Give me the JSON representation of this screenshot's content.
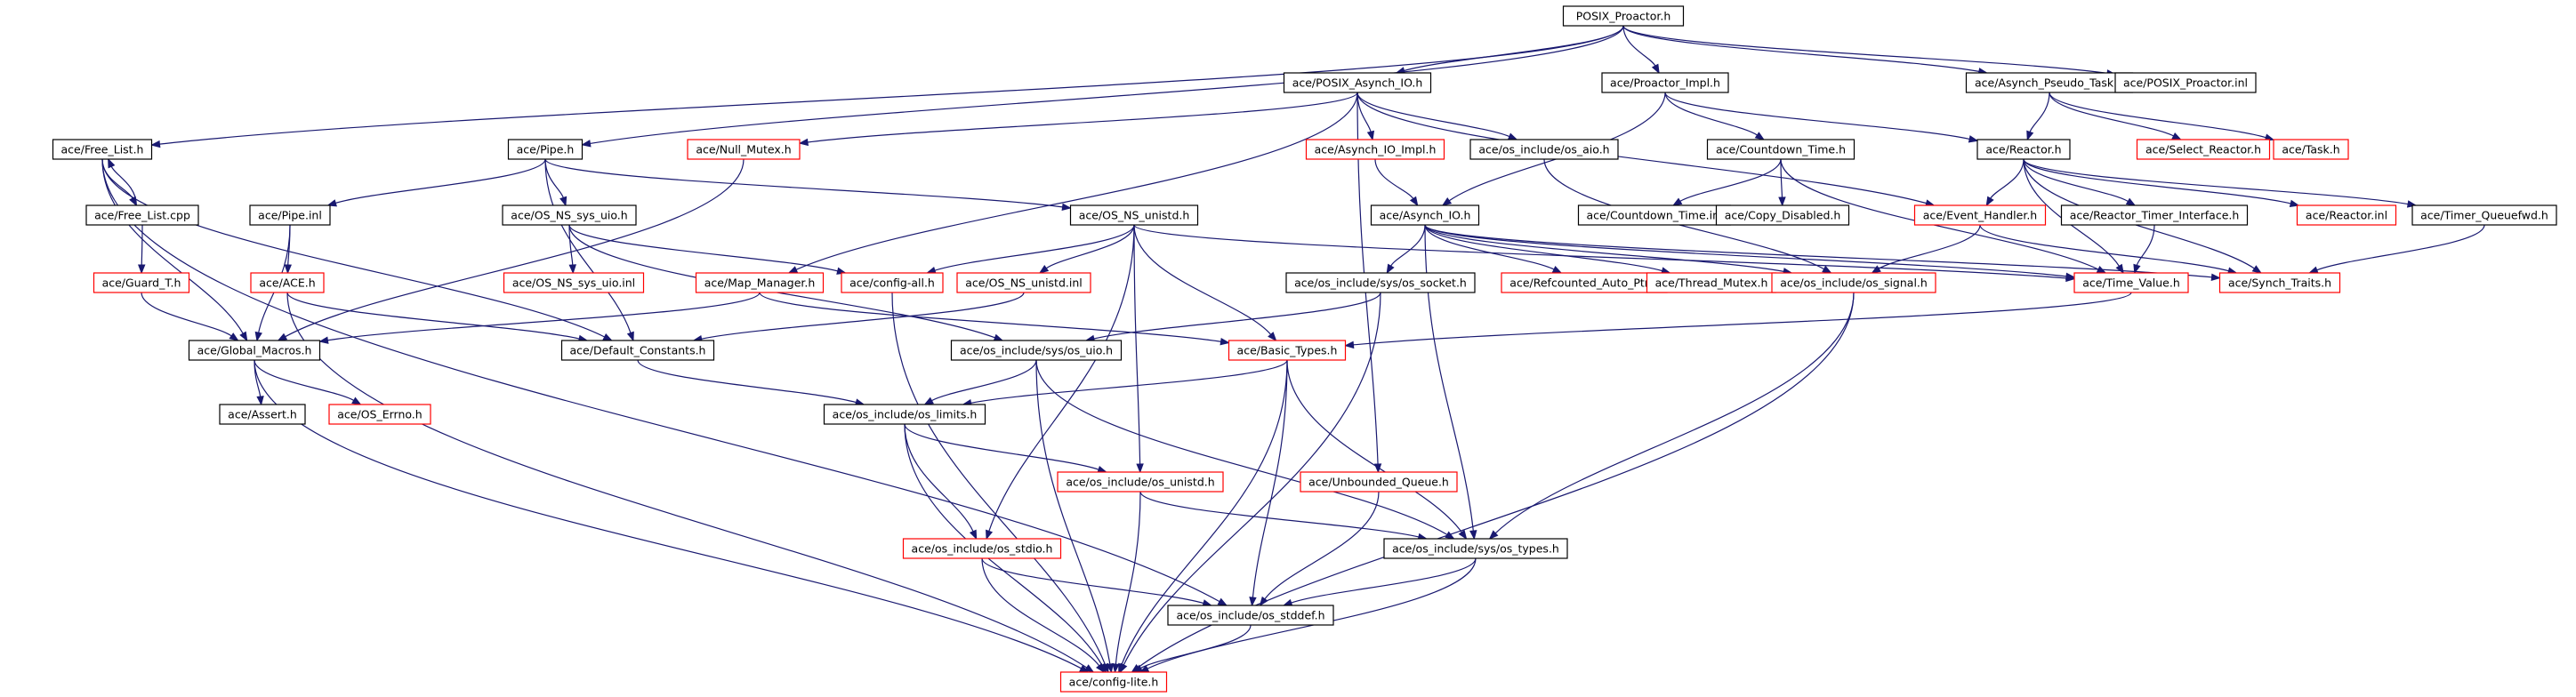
{
  "colors": {
    "root_fill": "#bfbfbf",
    "documented_border": "#000000",
    "undocumented_border": "#ff0000",
    "edge": "#191970",
    "text": "#000000",
    "background": "#ffffff"
  },
  "nodes": [
    {
      "id": "posix_proactor_h",
      "label": "POSIX_Proactor.h",
      "style": "root"
    },
    {
      "id": "free_list_h",
      "label": "ace/Free_List.h",
      "style": "black"
    },
    {
      "id": "pipe_h",
      "label": "ace/Pipe.h",
      "style": "black"
    },
    {
      "id": "posix_asynch_io_h",
      "label": "ace/POSIX_Asynch_IO.h",
      "style": "black"
    },
    {
      "id": "proactor_impl_h",
      "label": "ace/Proactor_Impl.h",
      "style": "black"
    },
    {
      "id": "asynch_pseudo_task_h",
      "label": "ace/Asynch_Pseudo_Task.h",
      "style": "black"
    },
    {
      "id": "posix_proactor_inl",
      "label": "ace/POSIX_Proactor.inl",
      "style": "black"
    },
    {
      "id": "null_mutex_h",
      "label": "ace/Null_Mutex.h",
      "style": "red"
    },
    {
      "id": "asynch_io_impl_h",
      "label": "ace/Asynch_IO_Impl.h",
      "style": "red"
    },
    {
      "id": "os_aio_h",
      "label": "ace/os_include/os_aio.h",
      "style": "black"
    },
    {
      "id": "countdown_time_h",
      "label": "ace/Countdown_Time.h",
      "style": "black"
    },
    {
      "id": "reactor_h",
      "label": "ace/Reactor.h",
      "style": "black"
    },
    {
      "id": "select_reactor_h",
      "label": "ace/Select_Reactor.h",
      "style": "red"
    },
    {
      "id": "task_h",
      "label": "ace/Task.h",
      "style": "red"
    },
    {
      "id": "free_list_cpp",
      "label": "ace/Free_List.cpp",
      "style": "black"
    },
    {
      "id": "pipe_inl",
      "label": "ace/Pipe.inl",
      "style": "black"
    },
    {
      "id": "os_ns_sys_uio_h",
      "label": "ace/OS_NS_sys_uio.h",
      "style": "black"
    },
    {
      "id": "os_ns_unistd_h",
      "label": "ace/OS_NS_unistd.h",
      "style": "black"
    },
    {
      "id": "asynch_io_h",
      "label": "ace/Asynch_IO.h",
      "style": "black"
    },
    {
      "id": "countdown_time_inl",
      "label": "ace/Countdown_Time.inl",
      "style": "black"
    },
    {
      "id": "copy_disabled_h",
      "label": "ace/Copy_Disabled.h",
      "style": "black"
    },
    {
      "id": "event_handler_h",
      "label": "ace/Event_Handler.h",
      "style": "red"
    },
    {
      "id": "reactor_timer_interface_h",
      "label": "ace/Reactor_Timer_Interface.h",
      "style": "black"
    },
    {
      "id": "reactor_inl",
      "label": "ace/Reactor.inl",
      "style": "red"
    },
    {
      "id": "timer_queuefwd_h",
      "label": "ace/Timer_Queuefwd.h",
      "style": "black"
    },
    {
      "id": "guard_t_h",
      "label": "ace/Guard_T.h",
      "style": "red"
    },
    {
      "id": "ace_h",
      "label": "ace/ACE.h",
      "style": "red"
    },
    {
      "id": "os_ns_sys_uio_inl",
      "label": "ace/OS_NS_sys_uio.inl",
      "style": "red"
    },
    {
      "id": "map_manager_h",
      "label": "ace/Map_Manager.h",
      "style": "red"
    },
    {
      "id": "config_all_h",
      "label": "ace/config-all.h",
      "style": "red"
    },
    {
      "id": "os_ns_unistd_inl",
      "label": "ace/OS_NS_unistd.inl",
      "style": "red"
    },
    {
      "id": "os_socket_h",
      "label": "ace/os_include/sys/os_socket.h",
      "style": "black"
    },
    {
      "id": "refcounted_auto_ptr_h",
      "label": "ace/Refcounted_Auto_Ptr.h",
      "style": "red"
    },
    {
      "id": "thread_mutex_h",
      "label": "ace/Thread_Mutex.h",
      "style": "red"
    },
    {
      "id": "os_signal_h",
      "label": "ace/os_include/os_signal.h",
      "style": "red"
    },
    {
      "id": "time_value_h",
      "label": "ace/Time_Value.h",
      "style": "red"
    },
    {
      "id": "synch_traits_h",
      "label": "ace/Synch_Traits.h",
      "style": "red"
    },
    {
      "id": "global_macros_h",
      "label": "ace/Global_Macros.h",
      "style": "black"
    },
    {
      "id": "default_constants_h",
      "label": "ace/Default_Constants.h",
      "style": "black"
    },
    {
      "id": "os_uio_h",
      "label": "ace/os_include/sys/os_uio.h",
      "style": "black"
    },
    {
      "id": "basic_types_h",
      "label": "ace/Basic_Types.h",
      "style": "red"
    },
    {
      "id": "assert_h",
      "label": "ace/Assert.h",
      "style": "black"
    },
    {
      "id": "os_errno_h",
      "label": "ace/OS_Errno.h",
      "style": "red"
    },
    {
      "id": "os_limits_h",
      "label": "ace/os_include/os_limits.h",
      "style": "black"
    },
    {
      "id": "os_unistd_h",
      "label": "ace/os_include/os_unistd.h",
      "style": "red"
    },
    {
      "id": "unbounded_queue_h",
      "label": "ace/Unbounded_Queue.h",
      "style": "red"
    },
    {
      "id": "os_stdio_h",
      "label": "ace/os_include/os_stdio.h",
      "style": "red"
    },
    {
      "id": "os_types_h",
      "label": "ace/os_include/sys/os_types.h",
      "style": "black"
    },
    {
      "id": "os_stddef_h",
      "label": "ace/os_include/os_stddef.h",
      "style": "black"
    },
    {
      "id": "config_lite_h",
      "label": "ace/config-lite.h",
      "style": "red"
    }
  ],
  "edges": [
    [
      "posix_proactor_h",
      "free_list_h"
    ],
    [
      "posix_proactor_h",
      "pipe_h"
    ],
    [
      "posix_proactor_h",
      "posix_asynch_io_h"
    ],
    [
      "posix_proactor_h",
      "proactor_impl_h"
    ],
    [
      "posix_proactor_h",
      "asynch_pseudo_task_h"
    ],
    [
      "posix_proactor_h",
      "posix_proactor_inl"
    ],
    [
      "posix_asynch_io_h",
      "null_mutex_h"
    ],
    [
      "posix_asynch_io_h",
      "asynch_io_impl_h"
    ],
    [
      "posix_asynch_io_h",
      "os_aio_h"
    ],
    [
      "posix_asynch_io_h",
      "event_handler_h"
    ],
    [
      "posix_asynch_io_h",
      "map_manager_h"
    ],
    [
      "posix_asynch_io_h",
      "unbounded_queue_h"
    ],
    [
      "proactor_impl_h",
      "countdown_time_h"
    ],
    [
      "proactor_impl_h",
      "reactor_h"
    ],
    [
      "proactor_impl_h",
      "asynch_io_h"
    ],
    [
      "asynch_pseudo_task_h",
      "reactor_h"
    ],
    [
      "asynch_pseudo_task_h",
      "select_reactor_h"
    ],
    [
      "asynch_pseudo_task_h",
      "task_h"
    ],
    [
      "free_list_h",
      "free_list_cpp"
    ],
    [
      "free_list_cpp",
      "free_list_h"
    ],
    [
      "free_list_h",
      "global_macros_h"
    ],
    [
      "free_list_h",
      "default_constants_h"
    ],
    [
      "free_list_h",
      "os_stddef_h"
    ],
    [
      "free_list_cpp",
      "guard_t_h"
    ],
    [
      "guard_t_h",
      "global_macros_h"
    ],
    [
      "pipe_h",
      "pipe_inl"
    ],
    [
      "pipe_h",
      "os_ns_sys_uio_h"
    ],
    [
      "pipe_h",
      "os_ns_unistd_h"
    ],
    [
      "pipe_h",
      "default_constants_h"
    ],
    [
      "pipe_inl",
      "ace_h"
    ],
    [
      "pipe_inl",
      "global_macros_h"
    ],
    [
      "ace_h",
      "default_constants_h"
    ],
    [
      "ace_h",
      "config_lite_h"
    ],
    [
      "os_ns_sys_uio_h",
      "os_ns_sys_uio_inl"
    ],
    [
      "os_ns_sys_uio_h",
      "config_all_h"
    ],
    [
      "os_ns_sys_uio_h",
      "os_uio_h"
    ],
    [
      "null_mutex_h",
      "global_macros_h"
    ],
    [
      "asynch_io_impl_h",
      "asynch_io_h"
    ],
    [
      "os_aio_h",
      "os_signal_h"
    ],
    [
      "countdown_time_h",
      "countdown_time_inl"
    ],
    [
      "countdown_time_h",
      "copy_disabled_h"
    ],
    [
      "countdown_time_h",
      "time_value_h"
    ],
    [
      "reactor_h",
      "event_handler_h"
    ],
    [
      "reactor_h",
      "reactor_timer_interface_h"
    ],
    [
      "reactor_h",
      "reactor_inl"
    ],
    [
      "reactor_h",
      "timer_queuefwd_h"
    ],
    [
      "reactor_h",
      "time_value_h"
    ],
    [
      "reactor_h",
      "synch_traits_h"
    ],
    [
      "os_ns_unistd_h",
      "config_all_h"
    ],
    [
      "os_ns_unistd_h",
      "os_ns_unistd_inl"
    ],
    [
      "os_ns_unistd_h",
      "basic_types_h"
    ],
    [
      "os_ns_unistd_h",
      "os_unistd_h"
    ],
    [
      "os_ns_unistd_h",
      "os_stdio_h"
    ],
    [
      "os_ns_unistd_h",
      "time_value_h"
    ],
    [
      "asynch_io_h",
      "os_socket_h"
    ],
    [
      "asynch_io_h",
      "refcounted_auto_ptr_h"
    ],
    [
      "asynch_io_h",
      "thread_mutex_h"
    ],
    [
      "asynch_io_h",
      "os_signal_h"
    ],
    [
      "asynch_io_h",
      "time_value_h"
    ],
    [
      "asynch_io_h",
      "synch_traits_h"
    ],
    [
      "asynch_io_h",
      "os_types_h"
    ],
    [
      "event_handler_h",
      "os_signal_h"
    ],
    [
      "event_handler_h",
      "synch_traits_h"
    ],
    [
      "reactor_timer_interface_h",
      "time_value_h"
    ],
    [
      "timer_queuefwd_h",
      "synch_traits_h"
    ],
    [
      "map_manager_h",
      "global_macros_h"
    ],
    [
      "map_manager_h",
      "basic_types_h"
    ],
    [
      "config_all_h",
      "config_lite_h"
    ],
    [
      "os_ns_unistd_inl",
      "default_constants_h"
    ],
    [
      "os_socket_h",
      "os_uio_h"
    ],
    [
      "os_socket_h",
      "config_lite_h"
    ],
    [
      "os_signal_h",
      "os_types_h"
    ],
    [
      "os_signal_h",
      "config_lite_h"
    ],
    [
      "time_value_h",
      "basic_types_h"
    ],
    [
      "global_macros_h",
      "assert_h"
    ],
    [
      "global_macros_h",
      "os_errno_h"
    ],
    [
      "global_macros_h",
      "config_lite_h"
    ],
    [
      "default_constants_h",
      "os_limits_h"
    ],
    [
      "os_uio_h",
      "os_limits_h"
    ],
    [
      "os_uio_h",
      "os_types_h"
    ],
    [
      "os_uio_h",
      "config_lite_h"
    ],
    [
      "basic_types_h",
      "os_limits_h"
    ],
    [
      "basic_types_h",
      "os_types_h"
    ],
    [
      "basic_types_h",
      "os_stddef_h"
    ],
    [
      "basic_types_h",
      "config_lite_h"
    ],
    [
      "os_limits_h",
      "os_unistd_h"
    ],
    [
      "os_limits_h",
      "os_stdio_h"
    ],
    [
      "os_limits_h",
      "config_lite_h"
    ],
    [
      "os_unistd_h",
      "os_types_h"
    ],
    [
      "os_unistd_h",
      "config_lite_h"
    ],
    [
      "unbounded_queue_h",
      "os_stddef_h"
    ],
    [
      "os_stdio_h",
      "os_stddef_h"
    ],
    [
      "os_stdio_h",
      "config_lite_h"
    ],
    [
      "os_types_h",
      "os_stddef_h"
    ],
    [
      "os_types_h",
      "config_lite_h"
    ],
    [
      "os_stddef_h",
      "config_lite_h"
    ]
  ]
}
